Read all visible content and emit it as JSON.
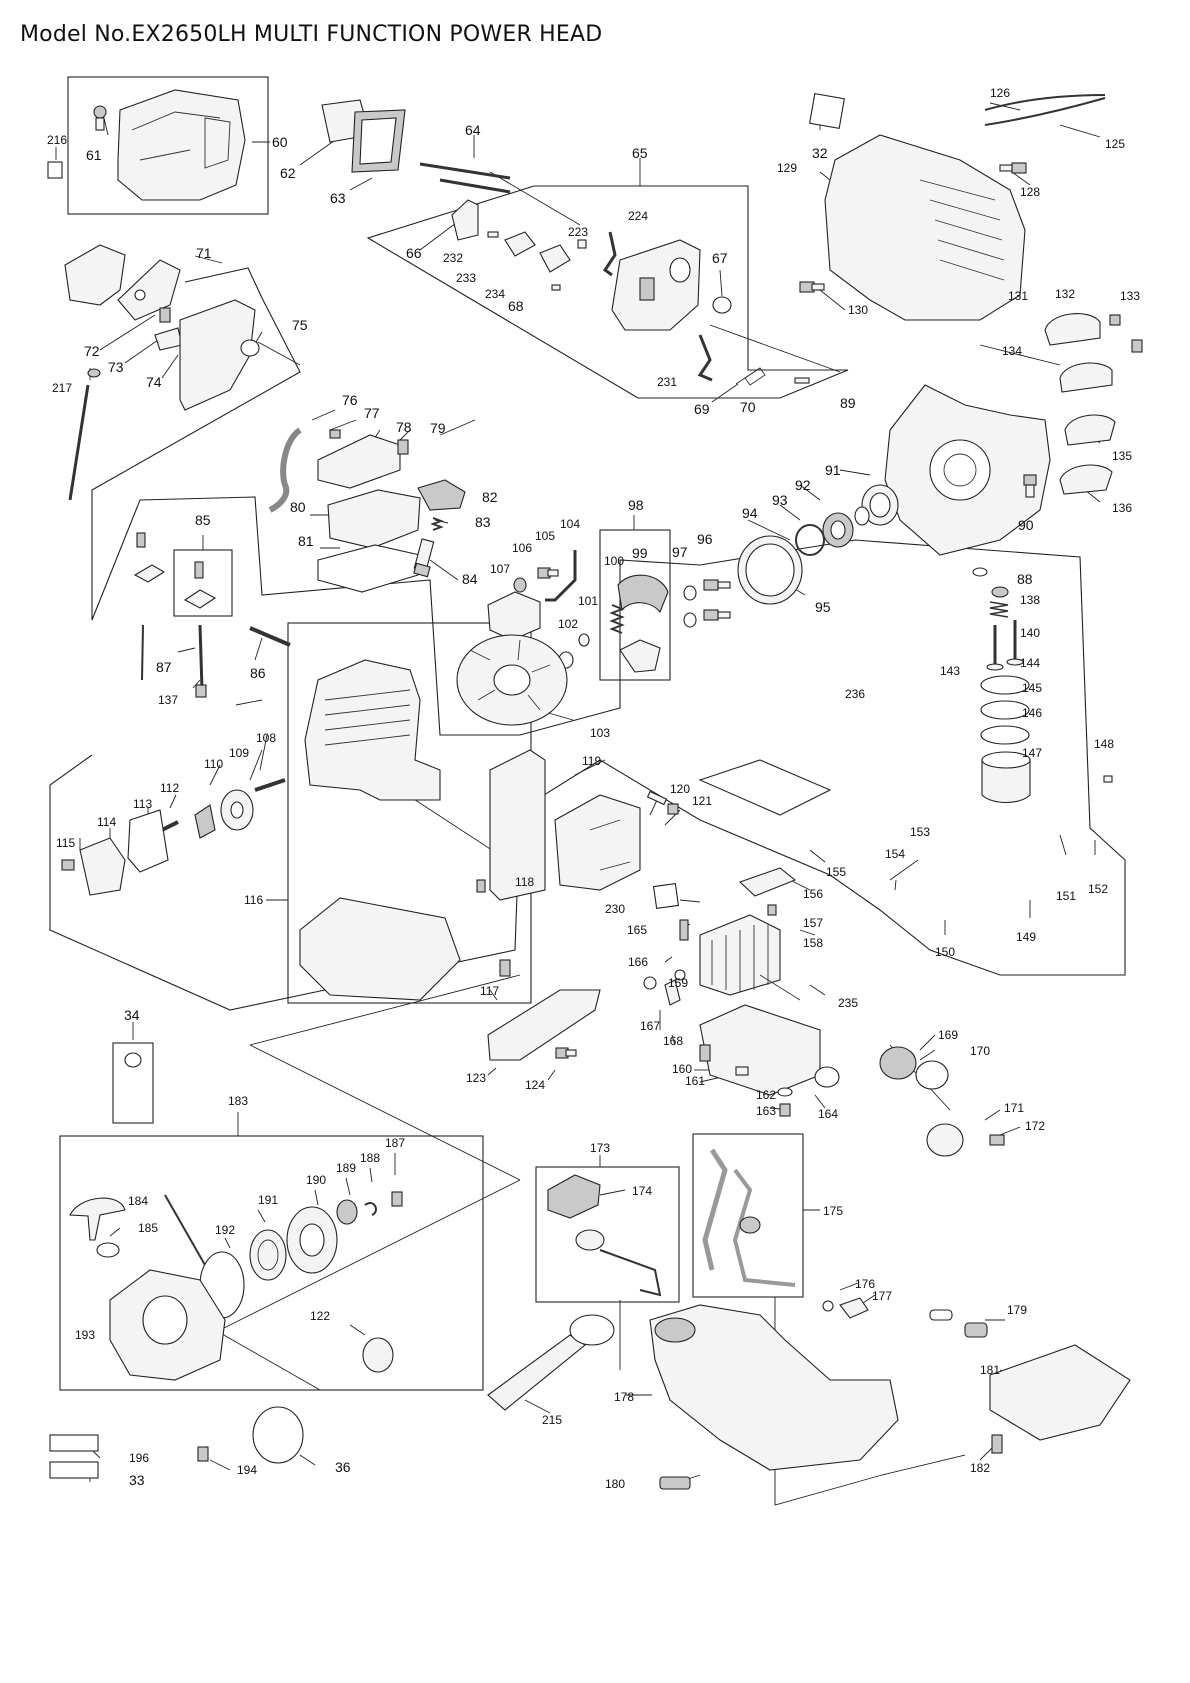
{
  "title": "Model No.EX2650LH MULTI FUNCTION POWER HEAD",
  "callouts": [
    {
      "id": "c216",
      "text": "216",
      "size": "s"
    },
    {
      "id": "c61",
      "text": "61",
      "size": "l"
    },
    {
      "id": "c60",
      "text": "60",
      "size": "l"
    },
    {
      "id": "c62",
      "text": "62",
      "size": "l"
    },
    {
      "id": "c63",
      "text": "63",
      "size": "l"
    },
    {
      "id": "c64",
      "text": "64",
      "size": "l"
    },
    {
      "id": "c65",
      "text": "65",
      "size": "l"
    },
    {
      "id": "c66",
      "text": "66",
      "size": "l"
    },
    {
      "id": "c232",
      "text": "232",
      "size": "s"
    },
    {
      "id": "c233",
      "text": "233",
      "size": "s"
    },
    {
      "id": "c234",
      "text": "234",
      "size": "s"
    },
    {
      "id": "c223",
      "text": "223",
      "size": "s"
    },
    {
      "id": "c224",
      "text": "224",
      "size": "s"
    },
    {
      "id": "c67",
      "text": "67",
      "size": "l"
    },
    {
      "id": "c68",
      "text": "68",
      "size": "l"
    },
    {
      "id": "c231",
      "text": "231",
      "size": "s"
    },
    {
      "id": "c69",
      "text": "69",
      "size": "l"
    },
    {
      "id": "c70",
      "text": "70",
      "size": "l"
    },
    {
      "id": "c32",
      "text": "32",
      "size": "l"
    },
    {
      "id": "c126",
      "text": "126",
      "size": "s"
    },
    {
      "id": "c125",
      "text": "125",
      "size": "s"
    },
    {
      "id": "c129",
      "text": "129",
      "size": "s"
    },
    {
      "id": "c128",
      "text": "128",
      "size": "s"
    },
    {
      "id": "c130",
      "text": "130",
      "size": "s"
    },
    {
      "id": "c131",
      "text": "131",
      "size": "s"
    },
    {
      "id": "c132",
      "text": "132",
      "size": "s"
    },
    {
      "id": "c133",
      "text": "133",
      "size": "s"
    },
    {
      "id": "c134",
      "text": "134",
      "size": "s"
    },
    {
      "id": "c135",
      "text": "135",
      "size": "s"
    },
    {
      "id": "c136",
      "text": "136",
      "size": "s"
    },
    {
      "id": "c71",
      "text": "71",
      "size": "l"
    },
    {
      "id": "c75",
      "text": "75",
      "size": "l"
    },
    {
      "id": "c72",
      "text": "72",
      "size": "l"
    },
    {
      "id": "c73",
      "text": "73",
      "size": "l"
    },
    {
      "id": "c74",
      "text": "74",
      "size": "l"
    },
    {
      "id": "c217",
      "text": "217",
      "size": "s"
    },
    {
      "id": "c76",
      "text": "76",
      "size": "l"
    },
    {
      "id": "c77",
      "text": "77",
      "size": "l"
    },
    {
      "id": "c78",
      "text": "78",
      "size": "l"
    },
    {
      "id": "c79",
      "text": "79",
      "size": "l"
    },
    {
      "id": "c89",
      "text": "89",
      "size": "l"
    },
    {
      "id": "c91",
      "text": "91",
      "size": "l"
    },
    {
      "id": "c92",
      "text": "92",
      "size": "l"
    },
    {
      "id": "c93",
      "text": "93",
      "size": "l"
    },
    {
      "id": "c94",
      "text": "94",
      "size": "l"
    },
    {
      "id": "c90",
      "text": "90",
      "size": "l"
    },
    {
      "id": "c80",
      "text": "80",
      "size": "l"
    },
    {
      "id": "c82",
      "text": "82",
      "size": "l"
    },
    {
      "id": "c83",
      "text": "83",
      "size": "l"
    },
    {
      "id": "c81",
      "text": "81",
      "size": "l"
    },
    {
      "id": "c84",
      "text": "84",
      "size": "l"
    },
    {
      "id": "c85",
      "text": "85",
      "size": "l"
    },
    {
      "id": "c98",
      "text": "98",
      "size": "l"
    },
    {
      "id": "c99",
      "text": "99",
      "size": "l"
    },
    {
      "id": "c100",
      "text": "100",
      "size": "s"
    },
    {
      "id": "c101",
      "text": "101",
      "size": "s"
    },
    {
      "id": "c102",
      "text": "102",
      "size": "s"
    },
    {
      "id": "c104",
      "text": "104",
      "size": "s"
    },
    {
      "id": "c105",
      "text": "105",
      "size": "s"
    },
    {
      "id": "c106",
      "text": "106",
      "size": "s"
    },
    {
      "id": "c107",
      "text": "107",
      "size": "s"
    },
    {
      "id": "c96",
      "text": "96",
      "size": "l"
    },
    {
      "id": "c97",
      "text": "97",
      "size": "l"
    },
    {
      "id": "c95",
      "text": "95",
      "size": "l"
    },
    {
      "id": "c88",
      "text": "88",
      "size": "l"
    },
    {
      "id": "c138",
      "text": "138",
      "size": "s"
    },
    {
      "id": "c140",
      "text": "140",
      "size": "s"
    },
    {
      "id": "c143",
      "text": "143",
      "size": "s"
    },
    {
      "id": "c144",
      "text": "144",
      "size": "s"
    },
    {
      "id": "c145",
      "text": "145",
      "size": "s"
    },
    {
      "id": "c146",
      "text": "146",
      "size": "s"
    },
    {
      "id": "c147",
      "text": "147",
      "size": "s"
    },
    {
      "id": "c148",
      "text": "148",
      "size": "s"
    },
    {
      "id": "c236",
      "text": "236",
      "size": "s"
    },
    {
      "id": "c87",
      "text": "87",
      "size": "l"
    },
    {
      "id": "c86",
      "text": "86",
      "size": "l"
    },
    {
      "id": "c137",
      "text": "137",
      "size": "s"
    },
    {
      "id": "c103",
      "text": "103",
      "size": "s"
    },
    {
      "id": "c108",
      "text": "108",
      "size": "s"
    },
    {
      "id": "c109",
      "text": "109",
      "size": "s"
    },
    {
      "id": "c110",
      "text": "110",
      "size": "s"
    },
    {
      "id": "c112",
      "text": "112",
      "size": "s"
    },
    {
      "id": "c113",
      "text": "113",
      "size": "s"
    },
    {
      "id": "c114",
      "text": "114",
      "size": "s"
    },
    {
      "id": "c115",
      "text": "115",
      "size": "s"
    },
    {
      "id": "c119",
      "text": "119",
      "size": "s"
    },
    {
      "id": "c120",
      "text": "120",
      "size": "s"
    },
    {
      "id": "c121",
      "text": "121",
      "size": "s"
    },
    {
      "id": "c155",
      "text": "155",
      "size": "s"
    },
    {
      "id": "c153",
      "text": "153",
      "size": "s"
    },
    {
      "id": "c154",
      "text": "154",
      "size": "s"
    },
    {
      "id": "c151",
      "text": "151",
      "size": "s"
    },
    {
      "id": "c152",
      "text": "152",
      "size": "s"
    },
    {
      "id": "c149",
      "text": "149",
      "size": "s"
    },
    {
      "id": "c150",
      "text": "150",
      "size": "s"
    },
    {
      "id": "c116",
      "text": "116",
      "size": "s"
    },
    {
      "id": "c118",
      "text": "118",
      "size": "s"
    },
    {
      "id": "c230",
      "text": "230",
      "size": "s"
    },
    {
      "id": "c156",
      "text": "156",
      "size": "s"
    },
    {
      "id": "c157",
      "text": "157",
      "size": "s"
    },
    {
      "id": "c165",
      "text": "165",
      "size": "s"
    },
    {
      "id": "c158",
      "text": "158",
      "size": "s"
    },
    {
      "id": "c166",
      "text": "166",
      "size": "s"
    },
    {
      "id": "c159",
      "text": "159",
      "size": "s"
    },
    {
      "id": "c235",
      "text": "235",
      "size": "s"
    },
    {
      "id": "c117",
      "text": "117",
      "size": "s"
    },
    {
      "id": "c167",
      "text": "167",
      "size": "s"
    },
    {
      "id": "c168",
      "text": "168",
      "size": "s"
    },
    {
      "id": "c34",
      "text": "34",
      "size": "l"
    },
    {
      "id": "c123",
      "text": "123",
      "size": "s"
    },
    {
      "id": "c124",
      "text": "124",
      "size": "s"
    },
    {
      "id": "c169",
      "text": "169",
      "size": "s"
    },
    {
      "id": "c170",
      "text": "170",
      "size": "s"
    },
    {
      "id": "c160",
      "text": "160",
      "size": "s"
    },
    {
      "id": "c161",
      "text": "161",
      "size": "s"
    },
    {
      "id": "c162",
      "text": "162",
      "size": "s"
    },
    {
      "id": "c163",
      "text": "163",
      "size": "s"
    },
    {
      "id": "c164",
      "text": "164",
      "size": "s"
    },
    {
      "id": "c171",
      "text": "171",
      "size": "s"
    },
    {
      "id": "c172",
      "text": "172",
      "size": "s"
    },
    {
      "id": "c183",
      "text": "183",
      "size": "s"
    },
    {
      "id": "c187",
      "text": "187",
      "size": "s"
    },
    {
      "id": "c188",
      "text": "188",
      "size": "s"
    },
    {
      "id": "c189",
      "text": "189",
      "size": "s"
    },
    {
      "id": "c190",
      "text": "190",
      "size": "s"
    },
    {
      "id": "c191",
      "text": "191",
      "size": "s"
    },
    {
      "id": "c192",
      "text": "192",
      "size": "s"
    },
    {
      "id": "c184",
      "text": "184",
      "size": "s"
    },
    {
      "id": "c185",
      "text": "185",
      "size": "s"
    },
    {
      "id": "c173",
      "text": "173",
      "size": "s"
    },
    {
      "id": "c174",
      "text": "174",
      "size": "s"
    },
    {
      "id": "c175",
      "text": "175",
      "size": "s"
    },
    {
      "id": "c176",
      "text": "176",
      "size": "s"
    },
    {
      "id": "c177",
      "text": "177",
      "size": "s"
    },
    {
      "id": "c193",
      "text": "193",
      "size": "s"
    },
    {
      "id": "c122",
      "text": "122",
      "size": "s"
    },
    {
      "id": "c179",
      "text": "179",
      "size": "s"
    },
    {
      "id": "c181",
      "text": "181",
      "size": "s"
    },
    {
      "id": "c178",
      "text": "178",
      "size": "s"
    },
    {
      "id": "c215",
      "text": "215",
      "size": "s"
    },
    {
      "id": "c182",
      "text": "182",
      "size": "s"
    },
    {
      "id": "c196",
      "text": "196",
      "size": "s"
    },
    {
      "id": "c194",
      "text": "194",
      "size": "s"
    },
    {
      "id": "c36",
      "text": "36",
      "size": "l"
    },
    {
      "id": "c33",
      "text": "33",
      "size": "l"
    },
    {
      "id": "c180",
      "text": "180",
      "size": "s"
    }
  ]
}
